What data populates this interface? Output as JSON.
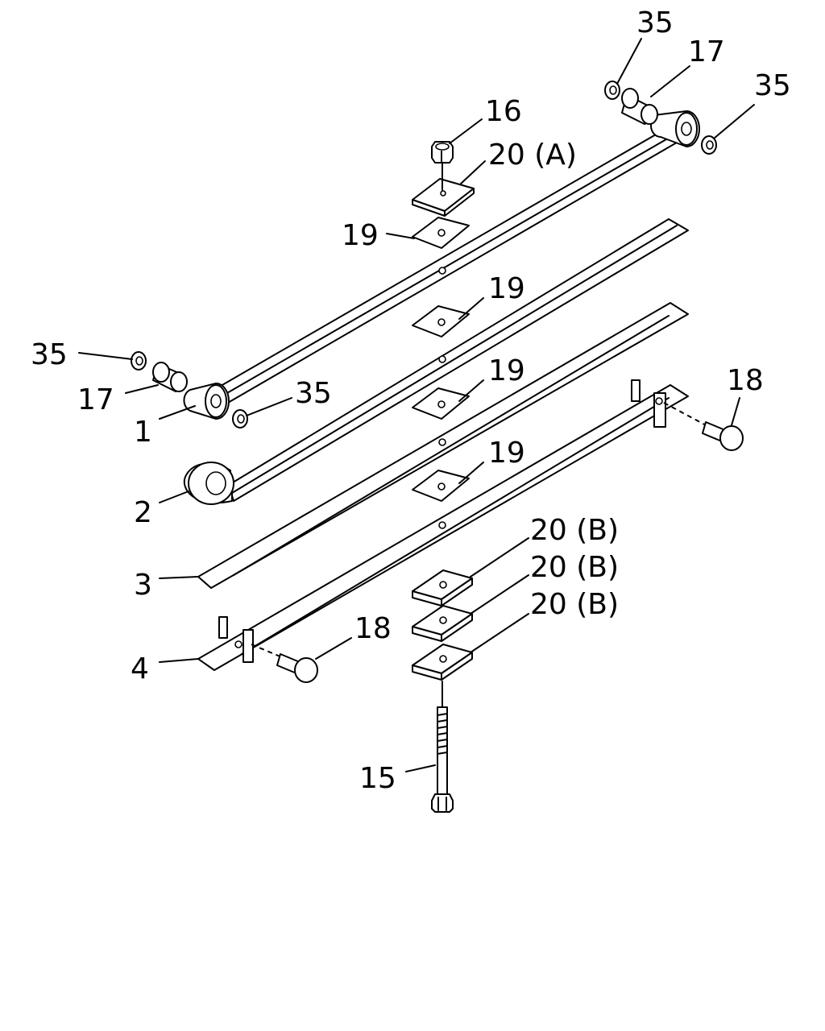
{
  "labels": {
    "l35_top": "35",
    "l17_top": "17",
    "l35_right": "35",
    "l16": "16",
    "l20a": "20 (A)",
    "l19_a": "19",
    "l19_b": "19",
    "l19_c": "19",
    "l19_d": "19",
    "l35_left": "35",
    "l17_left": "17",
    "l35_mid": "35",
    "l1": "1",
    "l2": "2",
    "l3": "3",
    "l4": "4",
    "l18_right": "18",
    "l18_left": "18",
    "l20b_1": "20 (B)",
    "l20b_2": "20 (B)",
    "l20b_3": "20 (B)",
    "l15": "15"
  },
  "colors": {
    "stroke": "#000000",
    "background": "#ffffff"
  }
}
